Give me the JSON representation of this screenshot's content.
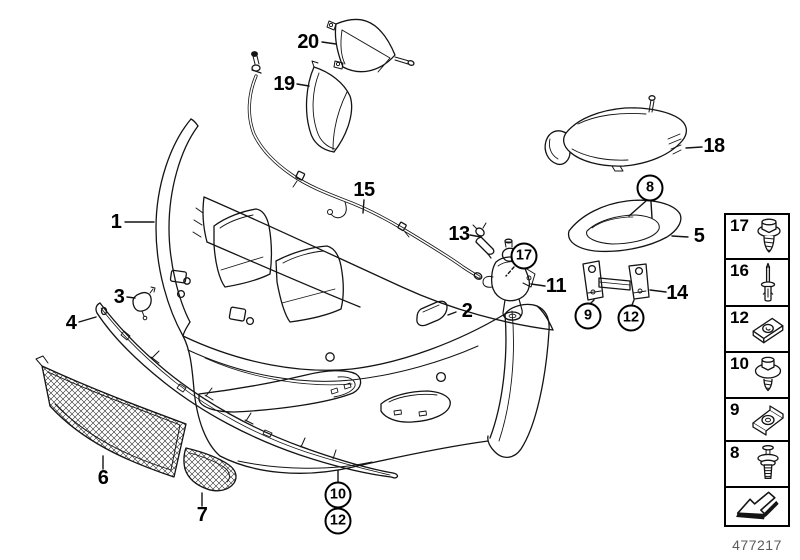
{
  "page": {
    "background": "#ffffff",
    "line_color": "#141414",
    "label_color": "#000000",
    "footer_text_color": "#5b5b5b"
  },
  "diagram": {
    "description": "exploded-parts-drawing-front-bumper-trim",
    "callouts": [
      {
        "label": "1"
      },
      {
        "label": "2"
      },
      {
        "label": "3"
      },
      {
        "label": "4"
      },
      {
        "label": "5"
      },
      {
        "label": "6"
      },
      {
        "label": "7"
      },
      {
        "label": "11"
      },
      {
        "label": "13"
      },
      {
        "label": "14"
      },
      {
        "label": "15"
      },
      {
        "label": "18"
      },
      {
        "label": "19"
      },
      {
        "label": "20"
      }
    ],
    "circled_callouts": [
      {
        "label": "17"
      },
      {
        "label": "8"
      },
      {
        "label": "9"
      },
      {
        "label": "12"
      },
      {
        "label": "10"
      },
      {
        "label": "12"
      }
    ]
  },
  "legend": {
    "rows": [
      {
        "label": "17",
        "icon": "hex-flange-screw-icon"
      },
      {
        "label": "16",
        "icon": "expansion-rivet-icon"
      },
      {
        "label": "12",
        "icon": "speed-nut-clip-icon"
      },
      {
        "label": "10",
        "icon": "screw-with-washer-icon"
      },
      {
        "label": "9",
        "icon": "cage-nut-clip-icon"
      },
      {
        "label": "8",
        "icon": "push-rivet-icon"
      }
    ],
    "continuation_symbol": "arrow-lower-left"
  },
  "footer": {
    "drawing_number": "477217"
  }
}
